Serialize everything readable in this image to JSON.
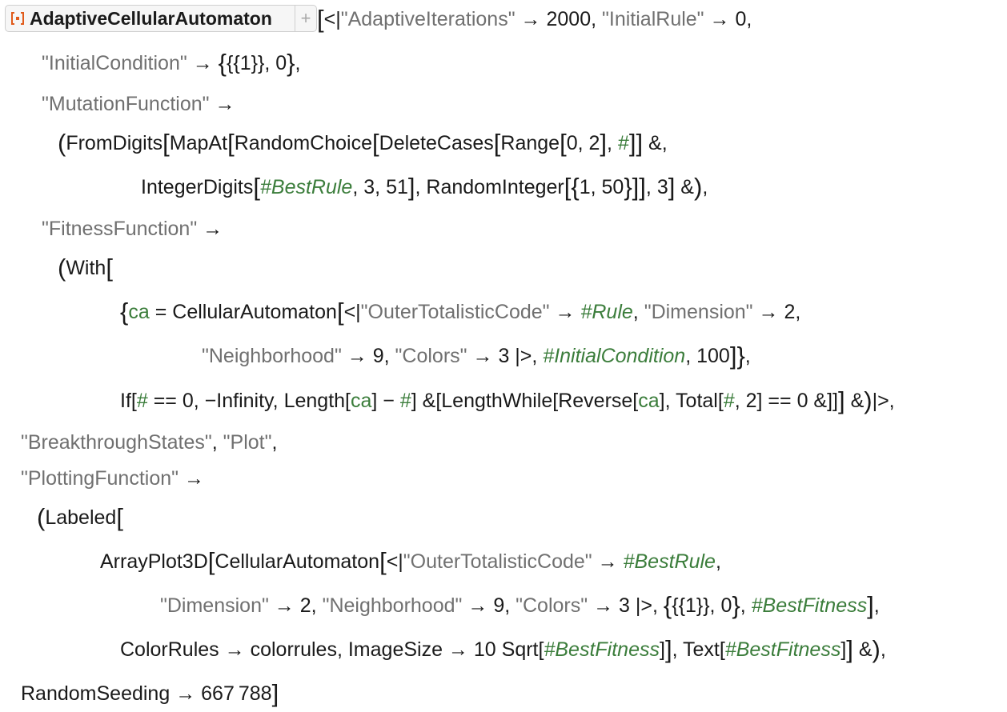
{
  "resource": {
    "name": "AdaptiveCellularAutomaton",
    "plus": "+"
  },
  "code": {
    "k_adaptive_iterations": "\"AdaptiveIterations\"",
    "v_adaptive_iterations": "2000",
    "k_initial_rule": "\"InitialRule\"",
    "v_initial_rule": "0",
    "k_initial_condition": "\"InitialCondition\"",
    "k_mutation_function": "\"MutationFunction\"",
    "f_from_digits": "FromDigits",
    "f_map_at": "MapAt",
    "f_random_choice": "RandomChoice",
    "f_delete_cases": "DeleteCases",
    "f_range": "Range",
    "slot": "#",
    "f_integer_digits": "IntegerDigits",
    "slot_best_rule": "#BestRule",
    "num_3": "3",
    "num_51": "51",
    "f_random_integer": "RandomInteger",
    "num_1": "1",
    "num_50": "50",
    "k_fitness_function": "\"FitnessFunction\"",
    "f_with": "With",
    "var_ca": "ca",
    "f_cellular_automaton": "CellularAutomaton",
    "k_outer_totalistic_code": "\"OuterTotalisticCode\"",
    "slot_rule": "#Rule",
    "k_dimension": "\"Dimension\"",
    "num_2": "2",
    "k_neighborhood": "\"Neighborhood\"",
    "num_9": "9",
    "k_colors": "\"Colors\"",
    "slot_initial_condition": "#InitialCondition",
    "num_100": "100",
    "f_if": "If",
    "text_infinity": "−Infinity",
    "f_length": "Length",
    "f_length_while": "LengthWhile",
    "f_reverse": "Reverse",
    "f_total": "Total",
    "k_breakthrough_states": "\"BreakthroughStates\"",
    "k_plot": "\"Plot\"",
    "k_plotting_function": "\"PlottingFunction\"",
    "f_labeled": "Labeled",
    "f_array_plot_3d": "ArrayPlot3D",
    "slot_best_fitness": "#BestFitness",
    "opt_color_rules": "ColorRules",
    "var_colorrules": "colorrules",
    "opt_image_size": "ImageSize",
    "num_10": "10",
    "f_sqrt": "Sqrt",
    "f_text": "Text",
    "opt_random_seeding": "RandomSeeding",
    "num_seed": "667 788"
  },
  "colors": {
    "string": "#707070",
    "variable": "#3b7d3b",
    "text": "#1a1a1a",
    "icon": "#e05a1a"
  },
  "icons": [
    "resource-function-icon"
  ]
}
